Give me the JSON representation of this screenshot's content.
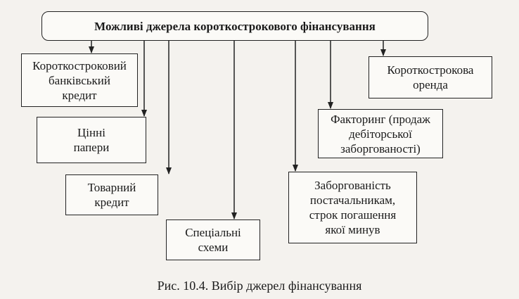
{
  "diagram": {
    "title": "Можливі джерела короткострокового фінансування",
    "sources": [
      {
        "label": "Короткостроковий\nбанківський\nкредит"
      },
      {
        "label": "Цінні\nпапери"
      },
      {
        "label": "Товарний\nкредит"
      },
      {
        "label": "Спеціальні\nсхеми"
      },
      {
        "label": "Заборгованість\nпостачальникам,\nстрок погашення\nякої минув"
      },
      {
        "label": "Факторинг (продаж\nдебіторської\nзаборгованості)"
      },
      {
        "label": "Короткострокова\nоренда"
      }
    ],
    "caption": "Рис. 10.4. Вибір джерел фінансування"
  }
}
